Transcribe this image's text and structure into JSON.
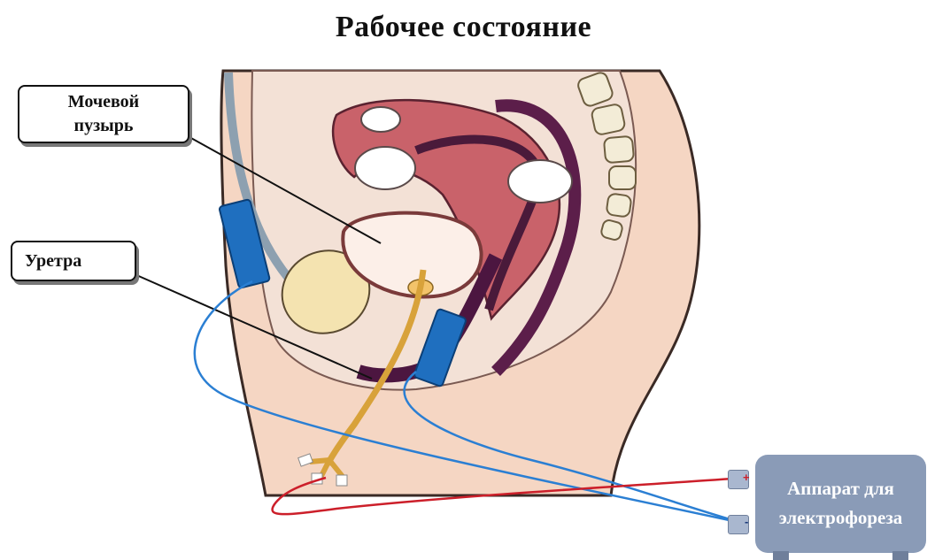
{
  "title": "Рабочее состояние",
  "labels": {
    "bladder_line1": "Мочевой",
    "bladder_line2": "пузырь",
    "urethra": "Уретра"
  },
  "device": {
    "line1": "Аппарат для",
    "line2": "электрофореза",
    "plus": "+",
    "minus": "-"
  }
}
